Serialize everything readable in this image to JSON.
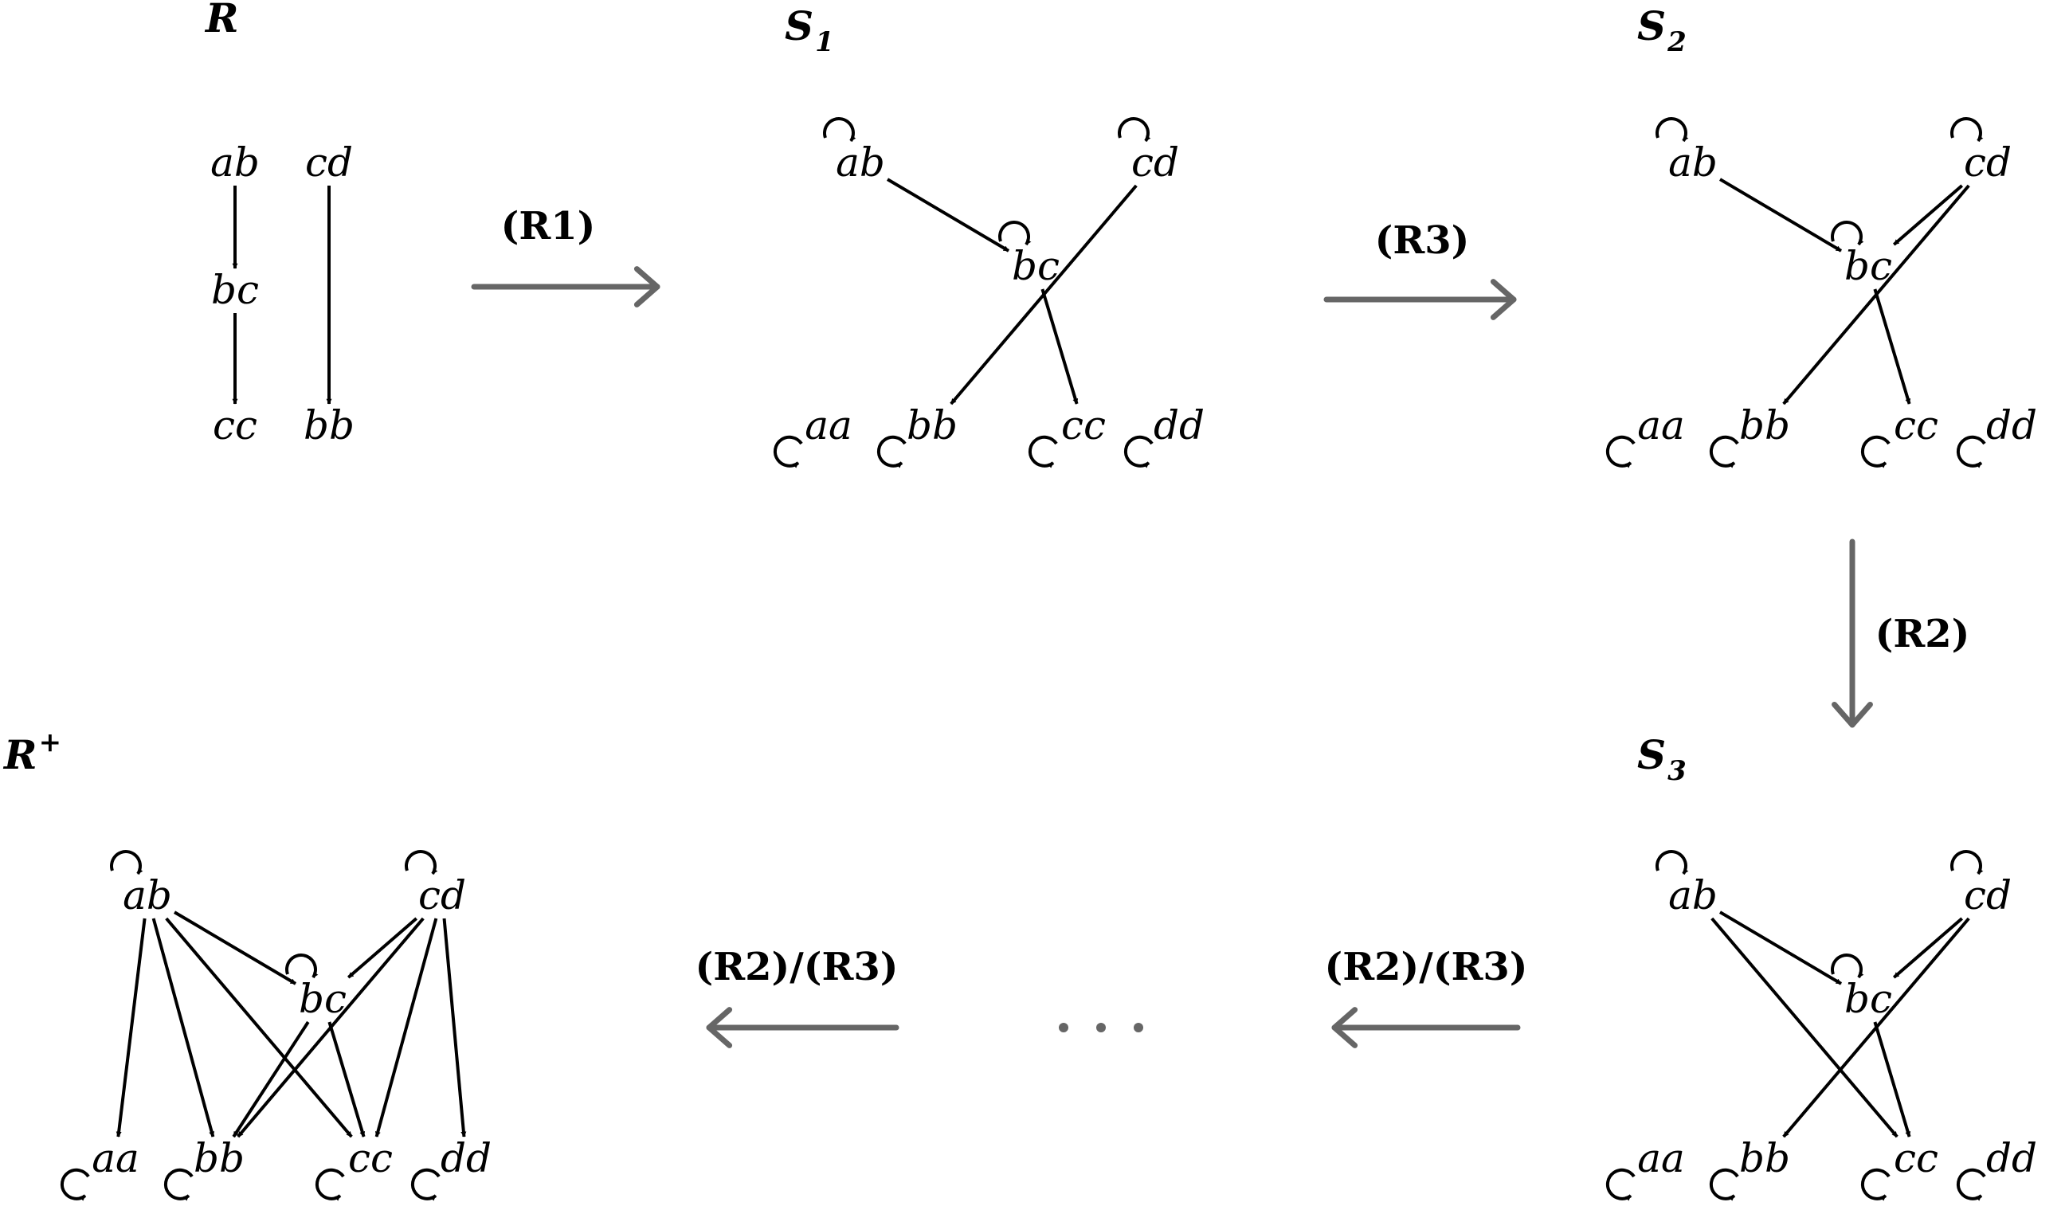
{
  "panels": [
    {
      "id": "R",
      "title": "R",
      "sub": "",
      "sup": "",
      "nodes": [
        "ab",
        "cd",
        "bc",
        "cc",
        "bb"
      ],
      "edges": [
        [
          "ab",
          "bc"
        ],
        [
          "bc",
          "cc"
        ],
        [
          "cd",
          "bb"
        ]
      ],
      "loops": []
    },
    {
      "id": "S1",
      "title": "S",
      "sub": "1",
      "sup": "",
      "nodes": [
        "ab",
        "cd",
        "bc",
        "aa",
        "bb",
        "cc",
        "dd"
      ],
      "edges": [
        [
          "ab",
          "bc"
        ],
        [
          "cd",
          "bb"
        ],
        [
          "bc",
          "cc"
        ]
      ],
      "loops": [
        "ab",
        "cd",
        "bc",
        "aa",
        "bb",
        "cc",
        "dd"
      ]
    },
    {
      "id": "S2",
      "title": "S",
      "sub": "2",
      "sup": "",
      "nodes": [
        "ab",
        "cd",
        "bc",
        "aa",
        "bb",
        "cc",
        "dd"
      ],
      "edges": [
        [
          "ab",
          "bc"
        ],
        [
          "cd",
          "bc"
        ],
        [
          "cd",
          "bb"
        ],
        [
          "bc",
          "cc"
        ]
      ],
      "loops": [
        "ab",
        "cd",
        "bc",
        "aa",
        "bb",
        "cc",
        "dd"
      ]
    },
    {
      "id": "S3",
      "title": "S",
      "sub": "3",
      "sup": "",
      "nodes": [
        "ab",
        "cd",
        "bc",
        "aa",
        "bb",
        "cc",
        "dd"
      ],
      "edges": [
        [
          "ab",
          "bc"
        ],
        [
          "cd",
          "bc"
        ],
        [
          "cd",
          "bb"
        ],
        [
          "bc",
          "cc"
        ],
        [
          "ab",
          "cc"
        ]
      ],
      "loops": [
        "ab",
        "cd",
        "bc",
        "aa",
        "bb",
        "cc",
        "dd"
      ]
    },
    {
      "id": "Rplus",
      "title": "R",
      "sub": "",
      "sup": "+",
      "nodes": [
        "ab",
        "cd",
        "bc",
        "aa",
        "bb",
        "cc",
        "dd"
      ],
      "edges": [
        [
          "ab",
          "aa"
        ],
        [
          "ab",
          "bb"
        ],
        [
          "ab",
          "bc"
        ],
        [
          "ab",
          "cc"
        ],
        [
          "cd",
          "bc"
        ],
        [
          "cd",
          "bb"
        ],
        [
          "cd",
          "cc"
        ],
        [
          "cd",
          "dd"
        ],
        [
          "bc",
          "bb"
        ],
        [
          "bc",
          "cc"
        ]
      ],
      "loops": [
        "ab",
        "cd",
        "bc",
        "aa",
        "bb",
        "cc",
        "dd"
      ]
    }
  ],
  "steps": [
    {
      "id": "r1",
      "label": "(R1)"
    },
    {
      "id": "r3",
      "label": "(R3)"
    },
    {
      "id": "r2",
      "label": "(R2)"
    },
    {
      "id": "r2r3-right",
      "label": "(R2)/(R3)"
    },
    {
      "id": "r2r3-left",
      "label": "(R2)/(R3)"
    }
  ],
  "colors": {
    "edge": "#000000",
    "step_arrow": "#666666"
  }
}
